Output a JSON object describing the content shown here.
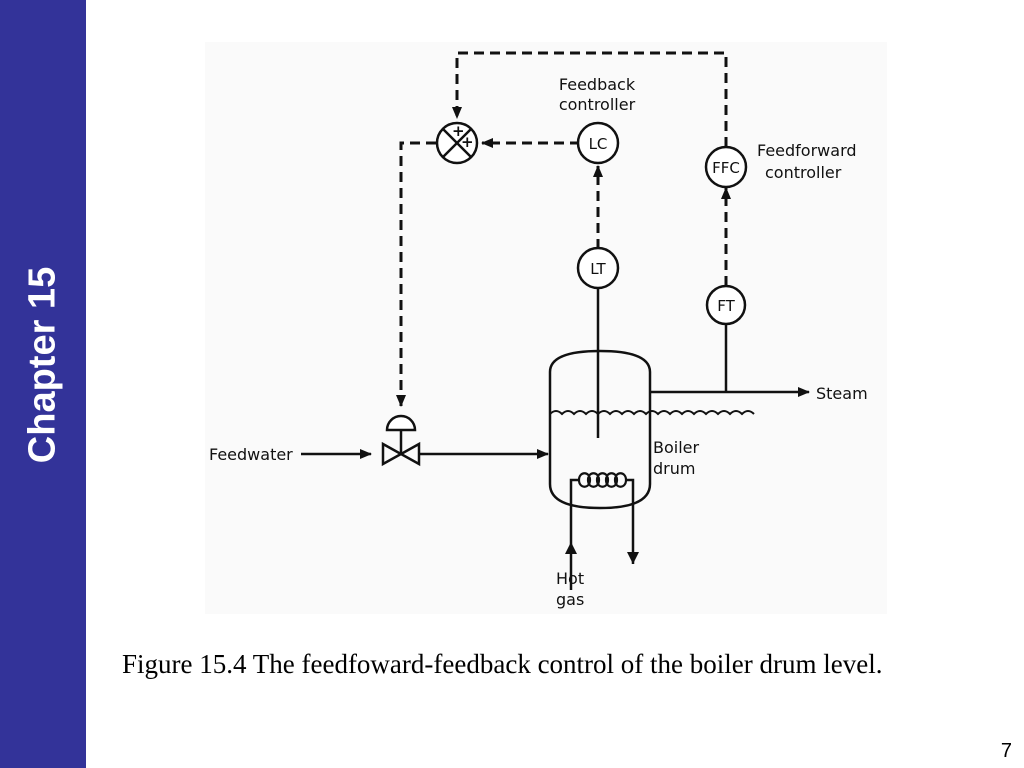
{
  "sidebar": {
    "title": "Chapter 15",
    "color": "#333399"
  },
  "diagram": {
    "labels": {
      "feedback_controller_line1": "Feedback",
      "feedback_controller_line2": "controller",
      "feedforward_controller_line1": "Feedforward",
      "feedforward_controller_line2": "controller",
      "feedwater": "Feedwater",
      "steam": "Steam",
      "boiler_drum_line1": "Boiler",
      "boiler_drum_line2": "drum",
      "hot_gas_line1": "Hot",
      "hot_gas_line2": "gas"
    },
    "instruments": {
      "lc": "LC",
      "lt": "LT",
      "ffc": "FFC",
      "ft": "FT"
    },
    "summer_signs": {
      "top": "+",
      "right": "+"
    }
  },
  "caption": "Figure 15.4 The feedfoward-feedback control of the boiler drum level.",
  "page_number": "7"
}
